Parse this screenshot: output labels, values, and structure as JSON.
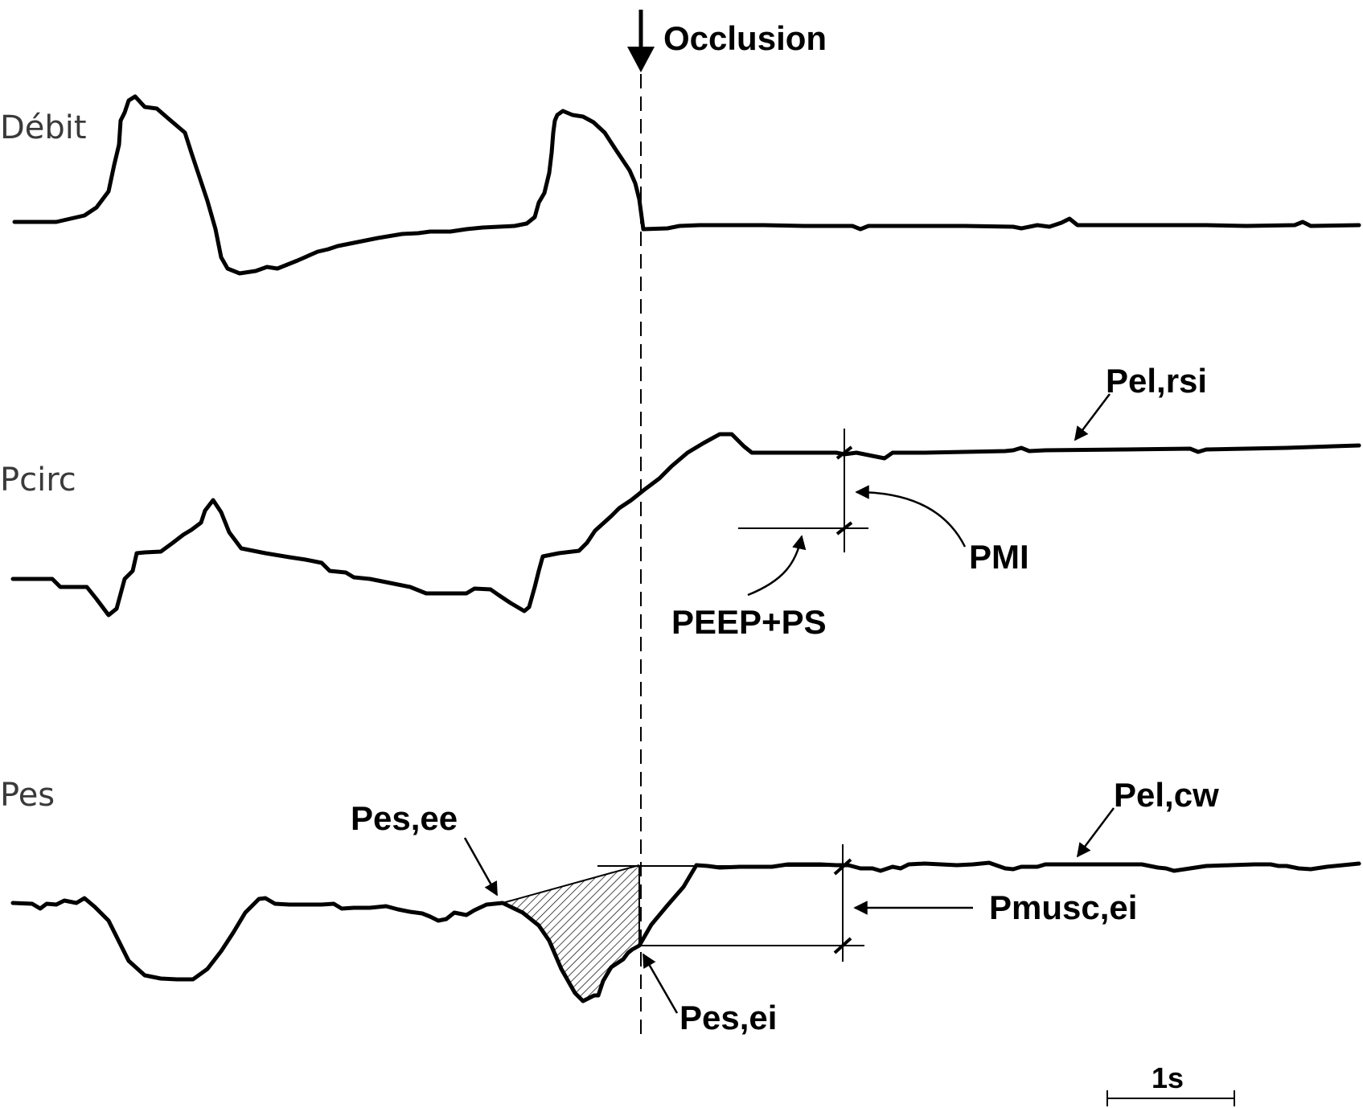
{
  "traces": {
    "flow": {
      "label": "Débit"
    },
    "pcirc": {
      "label": "Pcirc"
    },
    "pes": {
      "label": "Pes"
    }
  },
  "annotations": {
    "occlusion": "Occlusion",
    "pel_rsi": "Pel,rsi",
    "pmi": "PMI",
    "peep_ps": "PEEP+PS",
    "pel_cw": "Pel,cw",
    "pes_ee": "Pes,ee",
    "pmusc_ei": "Pmusc,ei",
    "pes_ei": "Pes,ei"
  },
  "scale_bar": {
    "label": "1s"
  },
  "colors": {
    "trace": "#000000",
    "trace_label": "#3a3a3a",
    "background": "#ffffff"
  }
}
